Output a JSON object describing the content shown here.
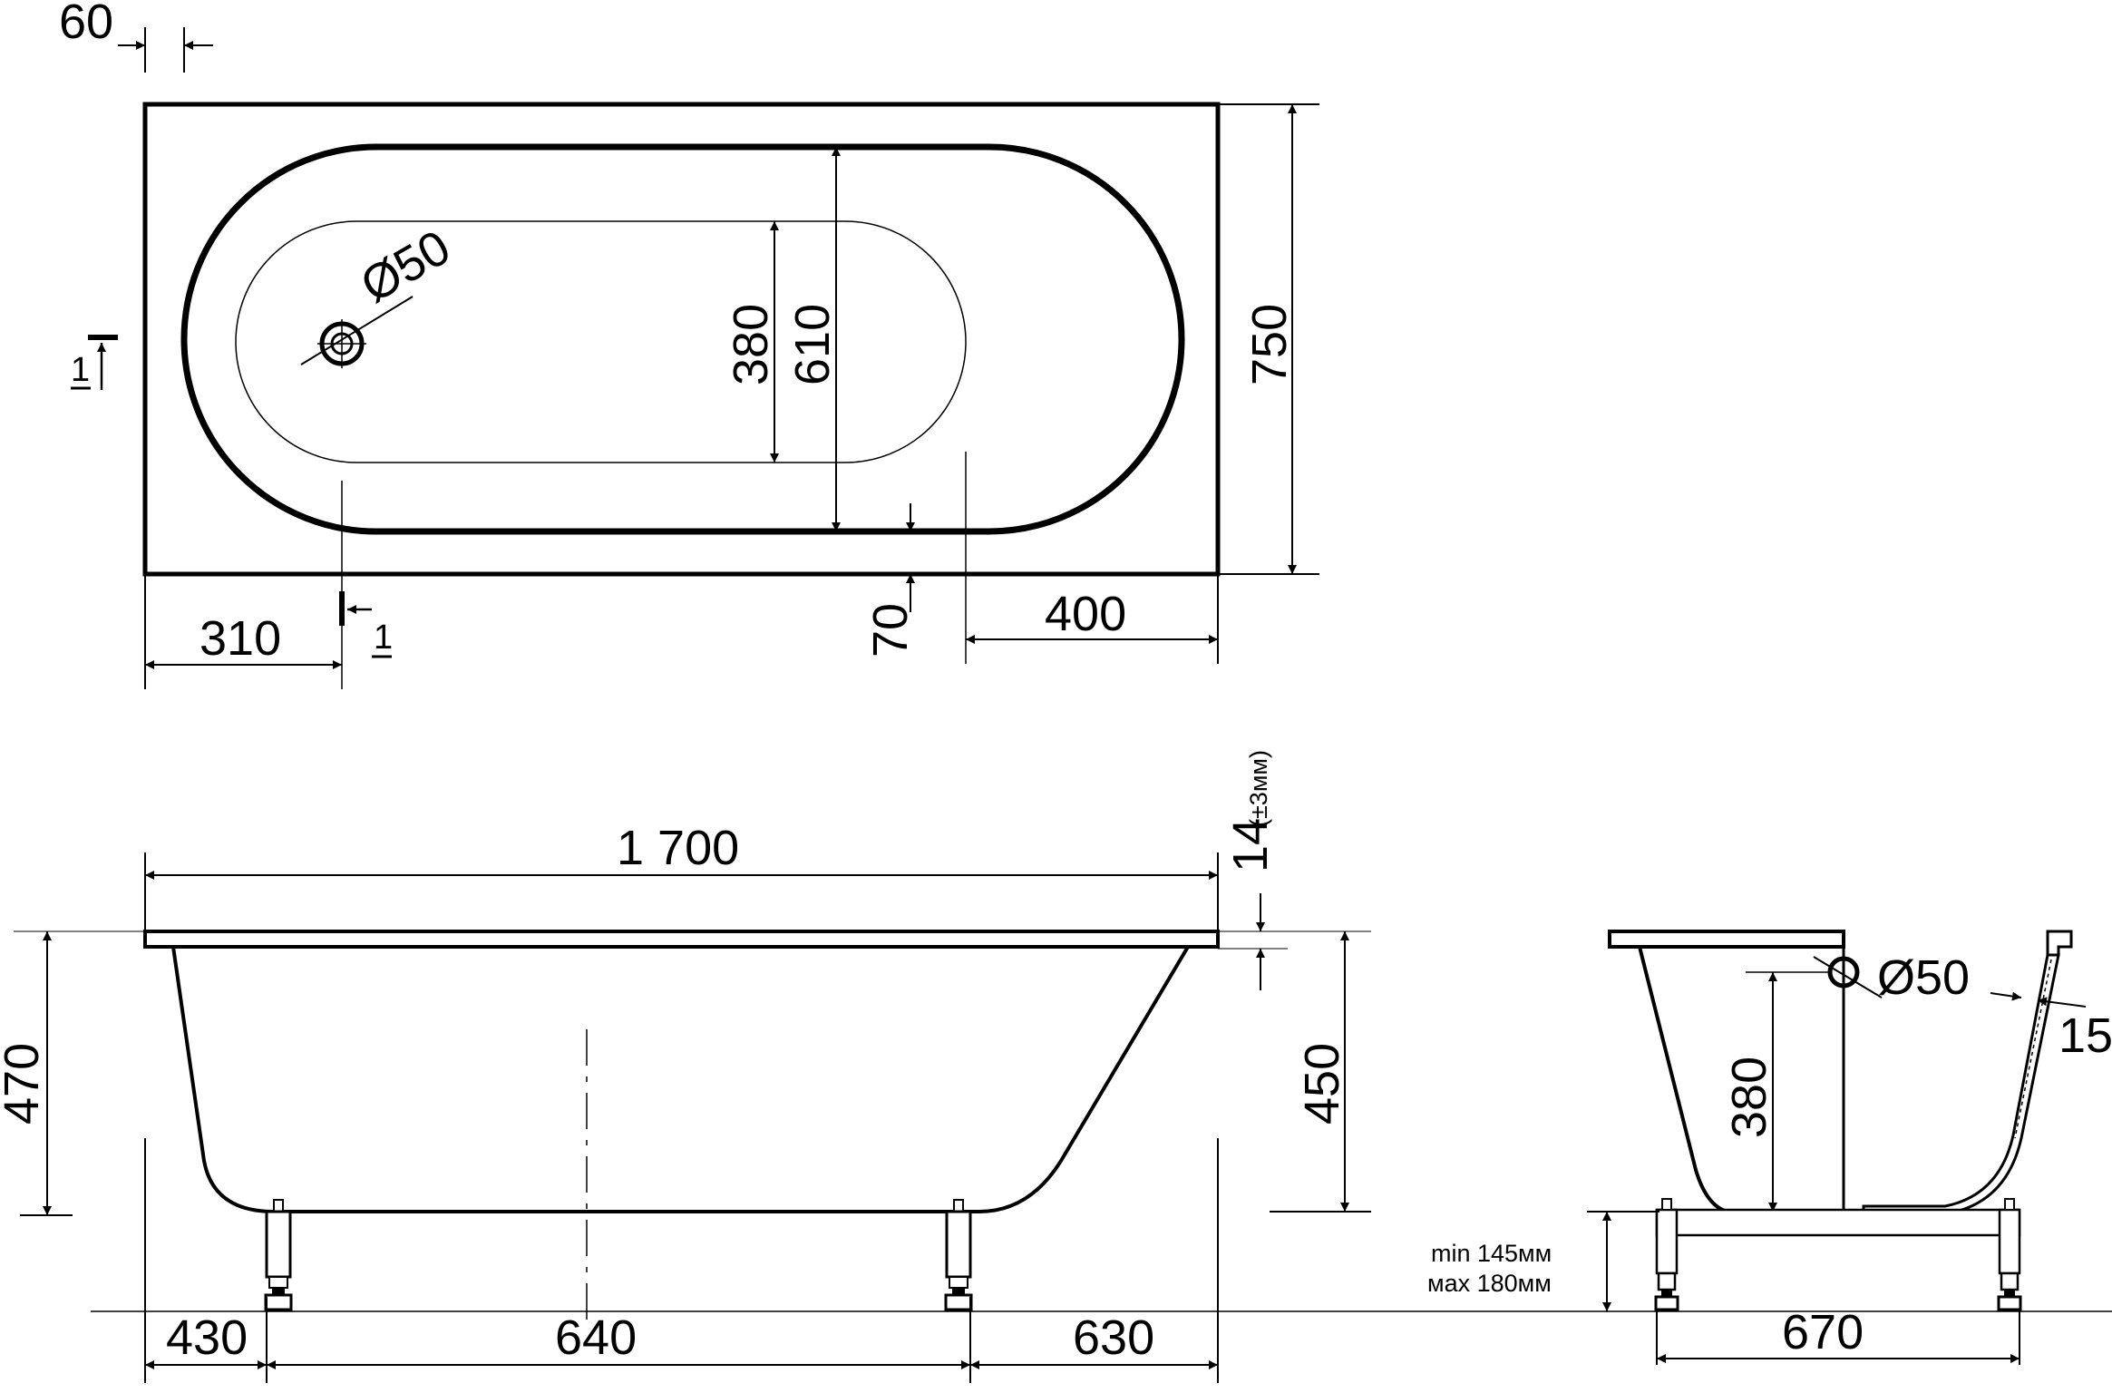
{
  "plan_view": {
    "dims": {
      "rim": "60",
      "inner_width": "380",
      "outer_width": "610",
      "total_width": "750",
      "drain_dia": "Ø50",
      "drain_offset": "310",
      "bottom_rim": "70",
      "end_offset": "400"
    },
    "section_mark": "1"
  },
  "side_view": {
    "dims": {
      "total_length": "1 700",
      "rim_thickness": "14",
      "rim_tolerance": "(±3мм)",
      "total_height": "470",
      "inner_depth": "450",
      "leg_left": "430",
      "leg_span": "640",
      "leg_right": "630"
    }
  },
  "section_view": {
    "dims": {
      "overflow_dia": "Ø50",
      "overflow_height": "380",
      "wall_thickness": "15",
      "leg_spacing": "670",
      "leg_min": "min 145мм",
      "leg_max": "мах 180мм"
    }
  }
}
